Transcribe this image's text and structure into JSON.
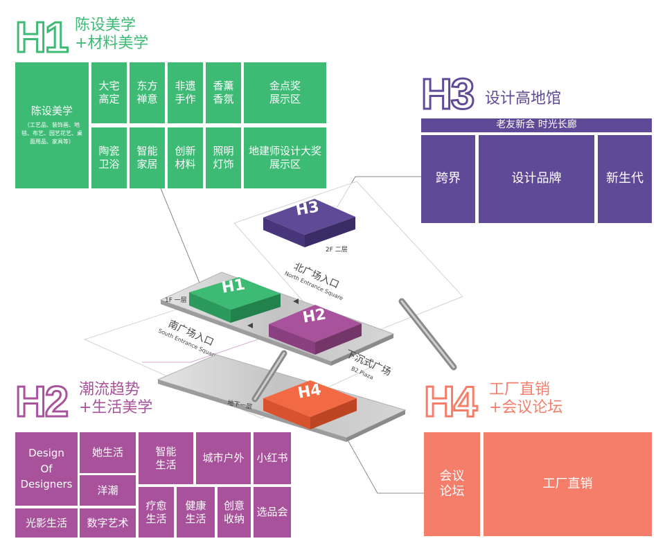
{
  "colors": {
    "h1": "#3dba74",
    "h2": "#a9529c",
    "h3": "#5f4a97",
    "h4": "#f57e6a"
  },
  "h1": {
    "code": "H1",
    "title_line1": "陈设美学",
    "title_line2": "+材料美学",
    "main": {
      "title": "陈设美学",
      "note": "（工艺品、装饰画、地毯、布艺、园艺花艺、桌面用品、家具等）"
    },
    "cells": [
      [
        "大宅",
        "高定"
      ],
      [
        "东方",
        "禅意"
      ],
      [
        "非遗",
        "手作"
      ],
      [
        "香薰",
        "香氛"
      ],
      [
        "金点奖",
        "展示区"
      ],
      [
        "陶瓷",
        "卫浴"
      ],
      [
        "智能",
        "家居"
      ],
      [
        "创新",
        "材料"
      ],
      [
        "照明",
        "灯饰"
      ],
      [
        "地建师设计大奖",
        "展示区"
      ]
    ]
  },
  "h3": {
    "code": "H3",
    "title": "设计高地馆",
    "banner": "老友新会 时光长廊",
    "cells": [
      "跨界",
      "设计品牌",
      "新生代"
    ]
  },
  "h2": {
    "code": "H2",
    "title_line1": "潮流趋势",
    "title_line2": "+生活美学",
    "design": [
      "Design",
      "Of",
      "Designers"
    ],
    "cells": {
      "light": "光影生活",
      "she": "她生活",
      "trend": "洋潮",
      "digital": "数字艺术",
      "smart": [
        "智能",
        "生活"
      ],
      "heal": [
        "疗愈",
        "生活"
      ],
      "health": [
        "健康",
        "生活"
      ],
      "outdoor": "城市户外",
      "storage": [
        "创意",
        "收纳"
      ],
      "red": "小红书",
      "select": "选品会"
    }
  },
  "h4": {
    "code": "H4",
    "title_line1": "工厂直销",
    "title_line2": "+会议论坛",
    "cells": [
      [
        "会议",
        "论坛"
      ],
      "工厂直销"
    ]
  },
  "floors": {
    "f2": "2F 二层",
    "f1": "1F 一层",
    "b1": "地下一层",
    "north_cn": "北广场入口",
    "north_en": "North Entrance Square",
    "south_cn": "南广场入口",
    "south_en": "South Entrance Square",
    "plaza_cn": "下沉式广场",
    "plaza_en": "B2 Plaza"
  }
}
